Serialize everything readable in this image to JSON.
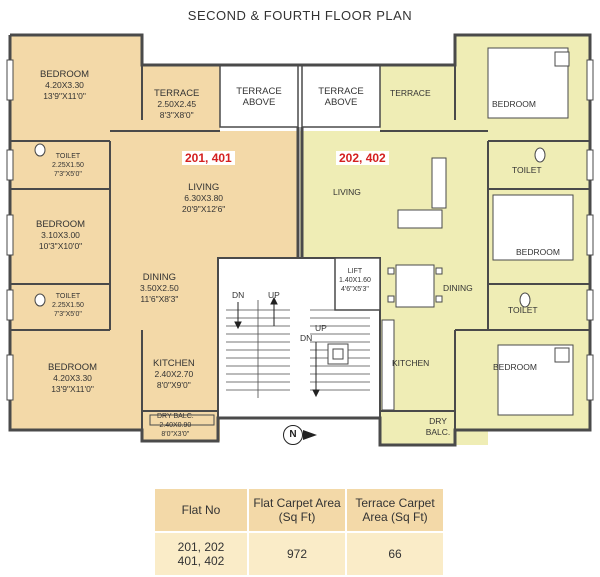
{
  "title": "SECOND & FOURTH FLOOR PLAN",
  "flat_labels": {
    "left": "201, 401",
    "right": "202, 402"
  },
  "left_flat": {
    "bedroom1": {
      "name": "BEDROOM",
      "metric": "4.20X3.30",
      "imperial": "13'9\"X11'0\""
    },
    "terrace": {
      "name": "TERRACE",
      "metric": "2.50X2.45",
      "imperial": "8'3\"X8'0\""
    },
    "terrace_above": "TERRACE ABOVE",
    "toilet1": {
      "name": "TOILET",
      "metric": "2.25X1.50",
      "imperial": "7'3\"X5'0\""
    },
    "living": {
      "name": "LIVING",
      "metric": "6.30X3.80",
      "imperial": "20'9\"X12'6\""
    },
    "bedroom2": {
      "name": "BEDROOM",
      "metric": "3.10X3.00",
      "imperial": "10'3\"X10'0\""
    },
    "dining": {
      "name": "DINING",
      "metric": "3.50X2.50",
      "imperial": "11'6\"X8'3\""
    },
    "toilet2": {
      "name": "TOILET",
      "metric": "2.25X1.50",
      "imperial": "7'3\"X5'0\""
    },
    "bedroom3": {
      "name": "BEDROOM",
      "metric": "4.20X3.30",
      "imperial": "13'9\"X11'0\""
    },
    "kitchen": {
      "name": "KITCHEN",
      "metric": "2.40X2.70",
      "imperial": "8'0\"X9'0\""
    },
    "dry_balc": {
      "name": "DRY BALC.",
      "metric": "2.40X0.90",
      "imperial": "8'0\"X3'0\""
    }
  },
  "right_flat": {
    "terrace_above": "TERRACE ABOVE",
    "terrace": "TERRACE",
    "bedroom1": "BEDROOM",
    "toilet1": "TOILET",
    "living": "LIVING",
    "bedroom2": "BEDROOM",
    "dining": "DINING",
    "toilet2": "TOILET",
    "kitchen": "KITCHEN",
    "bedroom3": "BEDROOM",
    "dry_balc": "DRY BALC."
  },
  "core": {
    "lift": {
      "name": "LIFT",
      "metric": "1.40X1.60",
      "imperial": "4'6\"X5'3\""
    },
    "dn1": "DN",
    "up1": "UP",
    "up2": "UP",
    "dn2": "DN"
  },
  "north": "N",
  "table": {
    "headers": [
      "Flat No",
      "Flat Carpet Area (Sq Ft)",
      "Terrace Carpet Area (Sq Ft)"
    ],
    "row": {
      "flat_no_line1": "201, 202",
      "flat_no_line2": "401, 402",
      "flat_area": "972",
      "terrace_area": "66"
    }
  },
  "colors": {
    "wall": "#4a4a4a",
    "left_fill": "#f3d9a8",
    "right_fill": "#efedb5",
    "core_fill": "#ffffff",
    "flat_label": "#d42020"
  }
}
